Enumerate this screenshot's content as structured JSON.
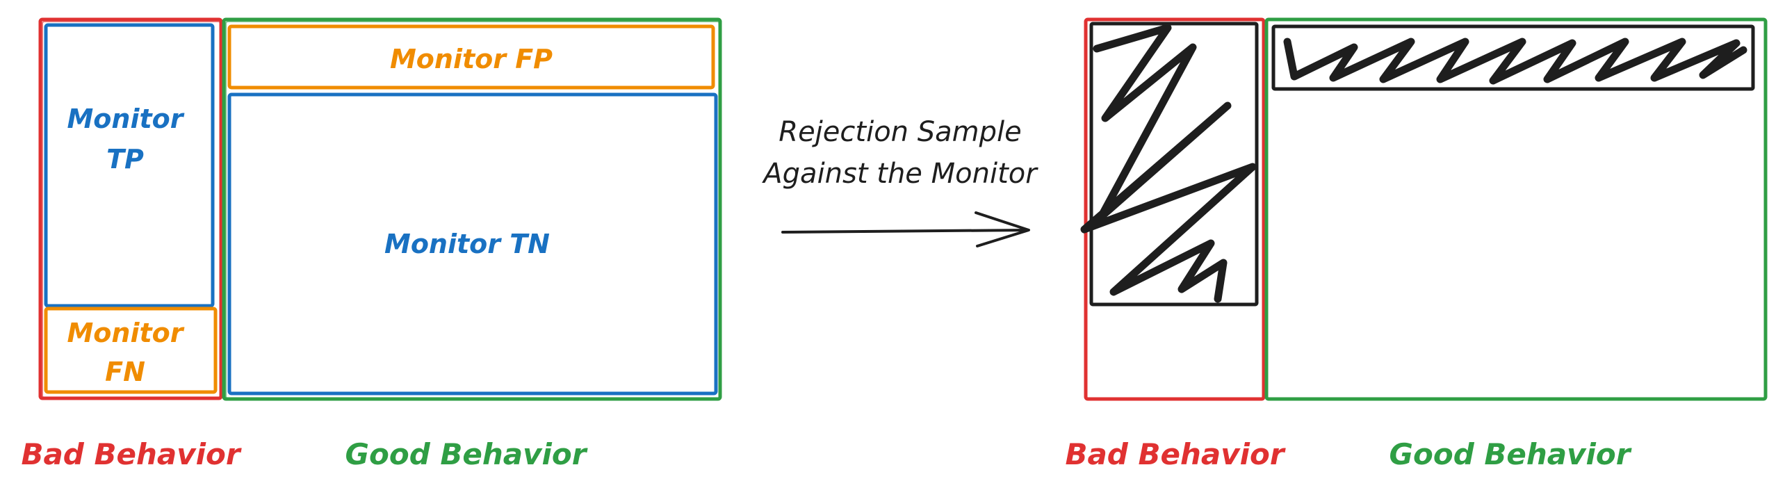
{
  "colors": {
    "bad": "#e03131",
    "good": "#2f9e44",
    "positive": "#1971c2",
    "negative": "#f08c00",
    "ink": "#1e1e1e"
  },
  "left": {
    "tp": {
      "line1": "Monitor",
      "line2": "TP"
    },
    "fn": {
      "line1": "Monitor",
      "line2": "FN"
    },
    "fp": "Monitor FP",
    "tn": "Monitor TN",
    "bad_label": "Bad Behavior",
    "good_label": "Good Behavior"
  },
  "arrow": {
    "line1": "Rejection Sample",
    "line2": "Against the Monitor"
  },
  "right": {
    "bad_label": "Bad Behavior",
    "good_label": "Good Behavior"
  }
}
